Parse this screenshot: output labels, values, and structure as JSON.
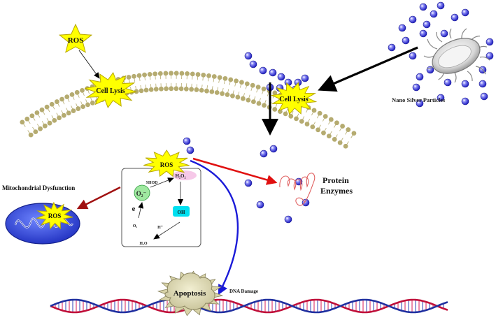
{
  "labels": {
    "ros_top": "ROS",
    "cell_lysis_left": "Cell Lysis",
    "cell_lysis_right": "Cell Lysis",
    "nano_silver": "Nano Silver Particles",
    "ros_center": "ROS",
    "mito_dysfunction": "Mitochondrial Dysfunction",
    "ros_mito": "ROS",
    "protein": "Protein",
    "enzymes": "Enzymes",
    "apoptosis": "Apoptosis",
    "dna_damage": "DNA Damage"
  },
  "box": {
    "h2o2": "H₂O₂",
    "shod": "SHOD",
    "o2_circle": "O₂⁻",
    "e": "e",
    "o2": "O₂",
    "oh": "OH",
    "h_plus": "H⁺",
    "h2o": "H₂O"
  },
  "colors": {
    "membrane": "#b5ab70",
    "star": "#ffff00",
    "star_stroke": "#b8a800",
    "nanoparticle": "#3b3bd8",
    "mitochondrion": "#3a4fe0",
    "protein_coil": "#e06060",
    "red_arrow": "#e01010",
    "dark_red_arrow": "#a01010",
    "blue_arrow": "#1a1ad8",
    "dna_red": "#c0103a",
    "dna_blue": "#2030a0",
    "o2_fill": "#9fe8a0",
    "oh_fill": "#00e0f0",
    "h2o2_fill": "#f6c8e8"
  }
}
